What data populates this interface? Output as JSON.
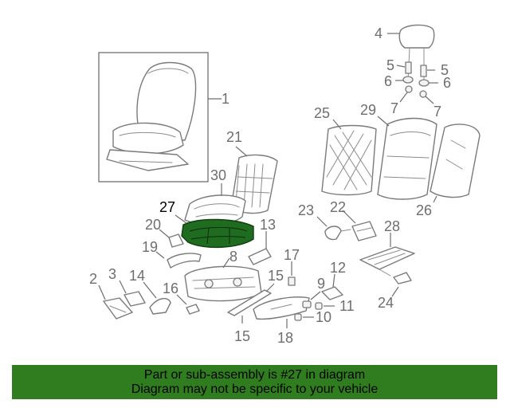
{
  "callouts": {
    "c1": "1",
    "c2": "2",
    "c3": "3",
    "c4": "4",
    "c5a": "5",
    "c5b": "5",
    "c6a": "6",
    "c6b": "6",
    "c7a": "7",
    "c7b": "7",
    "c8": "8",
    "c9": "9",
    "c10": "10",
    "c11": "11",
    "c12": "12",
    "c13": "13",
    "c14": "14",
    "c15a": "15",
    "c15b": "15",
    "c16": "16",
    "c17": "17",
    "c18": "18",
    "c19": "19",
    "c20": "20",
    "c21": "21",
    "c22": "22",
    "c23": "23",
    "c24": "24",
    "c25": "25",
    "c26": "26",
    "c27": "27",
    "c28": "28",
    "c29": "29",
    "c30": "30"
  },
  "highlighted_part": "27",
  "colors": {
    "highlight": "#1f6b1f",
    "banner": "#2f7d1e",
    "line_art": "#7a7a7a"
  },
  "banner": {
    "line1": "Part or sub-assembly is #27 in diagram",
    "line2": "Diagram may not be specific to your vehicle"
  }
}
